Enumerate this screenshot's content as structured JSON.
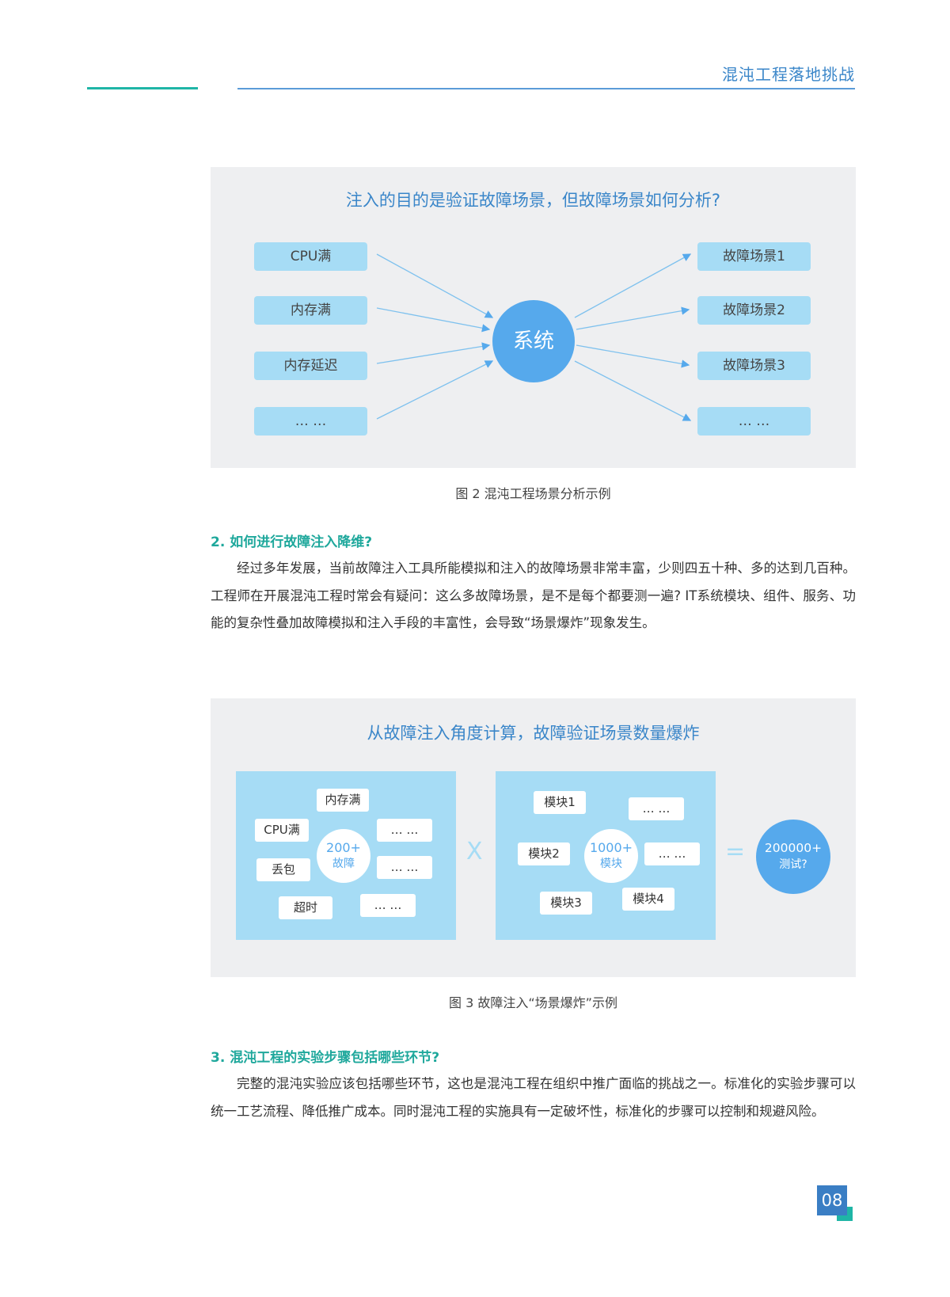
{
  "header": {
    "title": "混沌工程落地挑战"
  },
  "figure2": {
    "title": "注入的目的是验证故障场景，但故障场景如何分析?",
    "inputs": [
      "CPU满",
      "内存满",
      "内存延迟",
      "… …"
    ],
    "center": "系统",
    "outputs": [
      "故障场景1",
      "故障场景2",
      "故障场景3",
      "… …"
    ],
    "caption": "图 2  混沌工程场景分析示例"
  },
  "section2": {
    "heading": "2. 如何进行故障注入降维?",
    "paragraph": "经过多年发展，当前故障注入工具所能模拟和注入的故障场景非常丰富，少则四五十种、多的达到几百种。工程师在开展混沌工程时常会有疑问：这么多故障场景，是不是每个都要测一遍? IT系统模块、组件、服务、功能的复杂性叠加故障模拟和注入手段的丰富性，会导致“场景爆炸”现象发生。"
  },
  "figure3": {
    "title": "从故障注入角度计算，故障验证场景数量爆炸",
    "fault_panel": {
      "labels": [
        "内存满",
        "CPU满",
        "… …",
        "… …",
        "丢包",
        "超时",
        "… …"
      ],
      "circle_line1": "200+",
      "circle_line2": "故障"
    },
    "operator_times": "X",
    "module_panel": {
      "labels": [
        "模块1",
        "… …",
        "模块2",
        "… …",
        "模块3",
        "模块4"
      ],
      "circle_line1": "1000+",
      "circle_line2": "模块"
    },
    "operator_equals": "=",
    "result_line1": "200000+",
    "result_line2": "测试?",
    "caption": "图 3  故障注入“场景爆炸”示例"
  },
  "section3": {
    "heading": "3. 混沌工程的实验步骤包括哪些环节?",
    "paragraph": "完整的混沌实验应该包括哪些环节，这也是混沌工程在组织中推广面临的挑战之一。标准化的实验步骤可以统一工艺流程、降低推广成本。同时混沌工程的实施具有一定破坏性，标准化的步骤可以控制和规避风险。"
  },
  "footer": {
    "page_number": "08"
  },
  "colors": {
    "teal": "#1fb5a6",
    "blue": "#3a86c9",
    "light_blue": "#a6dcf5",
    "circle_blue": "#56a9ec"
  }
}
